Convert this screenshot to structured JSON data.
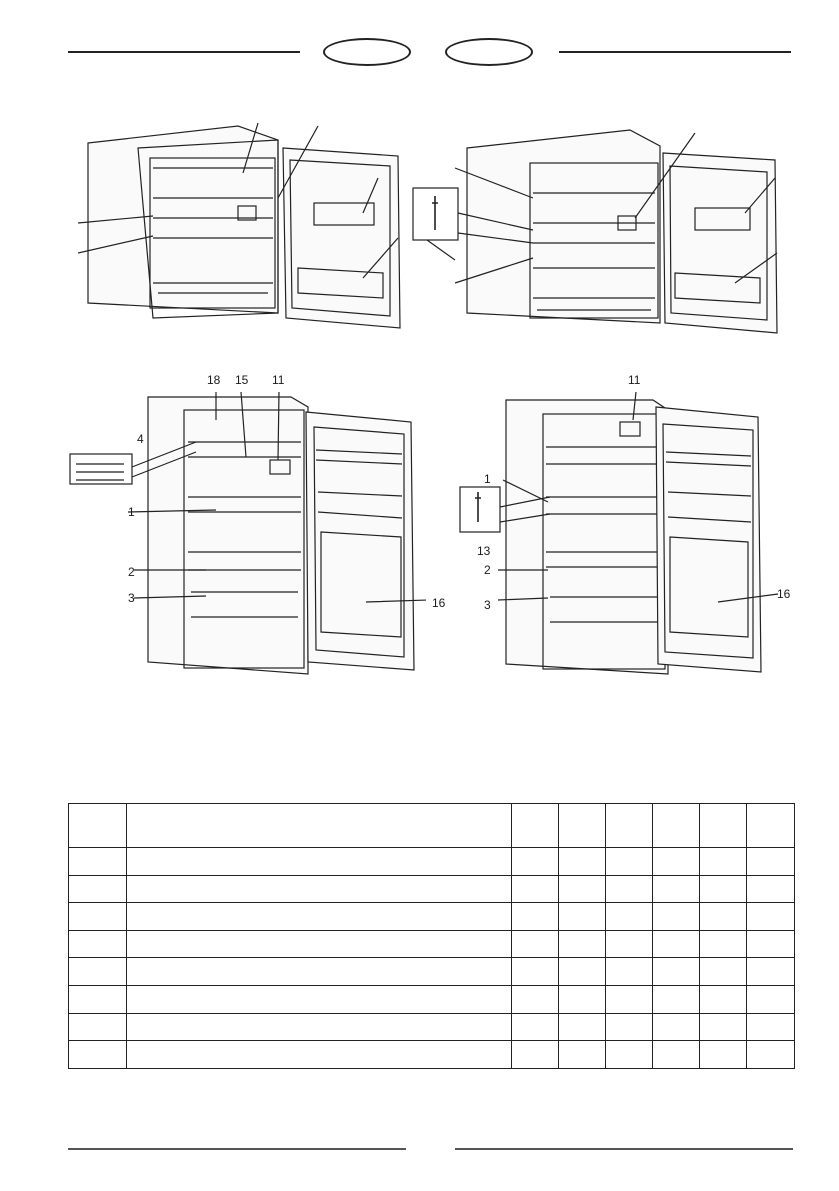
{
  "header": {
    "badge_left": "",
    "badge_right": ""
  },
  "figures": {
    "bottom_left": {
      "labels": {
        "l18": "18",
        "l15": "15",
        "l11": "11",
        "l4": "4",
        "l1": "1",
        "l2": "2",
        "l3": "3",
        "l16": "16"
      }
    },
    "bottom_right": {
      "labels": {
        "l11": "11",
        "l1": "1",
        "l13": "13",
        "l2": "2",
        "l3": "3",
        "l16": "16"
      }
    }
  },
  "table": {
    "header": [
      "",
      "",
      "",
      "",
      "",
      "",
      "",
      ""
    ],
    "rows": [
      [
        "",
        "",
        "",
        "",
        "",
        "",
        "",
        ""
      ],
      [
        "",
        "",
        "",
        "",
        "",
        "",
        "",
        ""
      ],
      [
        "",
        "",
        "",
        "",
        "",
        "",
        "",
        ""
      ],
      [
        "",
        "",
        "",
        "",
        "",
        "",
        "",
        ""
      ],
      [
        "",
        "",
        "",
        "",
        "",
        "",
        "",
        ""
      ],
      [
        "",
        "",
        "",
        "",
        "",
        "",
        "",
        ""
      ],
      [
        "",
        "",
        "",
        "",
        "",
        "",
        "",
        ""
      ],
      [
        "",
        "",
        "",
        "",
        "",
        "",
        "",
        ""
      ]
    ]
  }
}
